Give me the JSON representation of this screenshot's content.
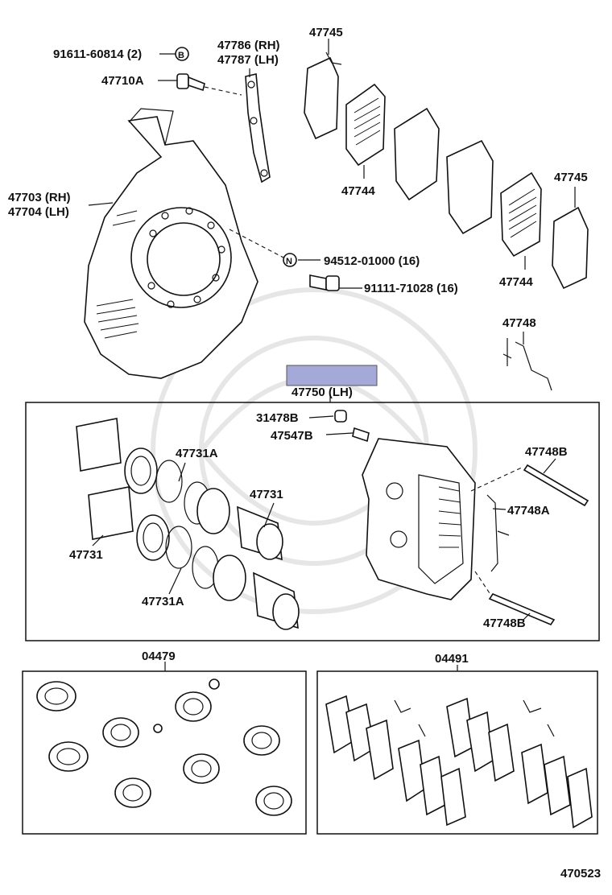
{
  "labels": {
    "pad_fitting_rh_lh_top": "47745",
    "bolt_b_qty": "91611-60814 (2)",
    "bolt_b_circle": "B",
    "bolt_a": "47710A",
    "bracket_rh": "47786 (RH)",
    "bracket_lh": "47787 (LH)",
    "dust_cover_rh": "47703 (RH)",
    "dust_cover_lh": "47704 (LH)",
    "pad_left": "47744",
    "pad_right": "47744",
    "pad_fitting_right": "47745",
    "nut_n": "94512-01000 (16)",
    "nut_n_circle": "N",
    "bolt_hex": "91111-71028 (16)",
    "spring": "47748",
    "caliper_lh": "47750 (LH)",
    "bleeder_cap": "31478B",
    "bleeder_plug": "47547B",
    "seal_top": "47731A",
    "piston_right": "47731",
    "piston_left": "47731",
    "seal_bottom": "47731A",
    "pin_top": "47748B",
    "clip": "47748A",
    "pin_bottom": "47748B",
    "kit_cylinder": "04479",
    "kit_pad": "04491",
    "figure_number": "470523"
  },
  "highlight": {
    "color": "#a5a9d8"
  },
  "colors": {
    "line": "#111111",
    "watermark": "#e6e6e6"
  }
}
